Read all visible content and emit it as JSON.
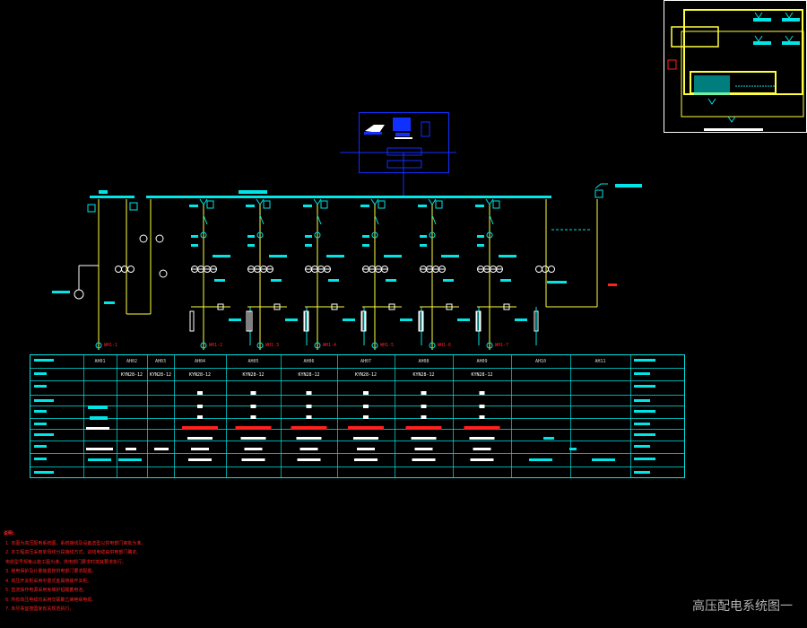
{
  "sheet_title": "高压配电系统图一",
  "cabinets": [
    {
      "id": "AH01",
      "type": ""
    },
    {
      "id": "AH02",
      "type": "KYN28-12"
    },
    {
      "id": "AH03",
      "type": "KYN28-12"
    },
    {
      "id": "AH04",
      "type": "KYN28-12"
    },
    {
      "id": "AH05",
      "type": "KYN28-12"
    },
    {
      "id": "AH06",
      "type": "KYN28-12"
    },
    {
      "id": "AH07",
      "type": "KYN28-12"
    },
    {
      "id": "AH08",
      "type": "KYN28-12"
    },
    {
      "id": "AH09",
      "type": "KYN28-12"
    },
    {
      "id": "AH10",
      "type": ""
    },
    {
      "id": "AH11",
      "type": ""
    }
  ],
  "feeder_tags": [
    "WH1-1",
    "WH1-2",
    "WH1-3",
    "WH1-4",
    "WH1-5",
    "WH1-6",
    "WH1-7"
  ],
  "notes_header": "说明:",
  "notes": [
    "1. 本图为高压配电系统图，系统接线及设备选型以供电部门审批为准。",
    "2. 本工程高压采用单母线分段接线方式，进线电缆由供电部门确定。",
    "   电缆型号规格以施工图为准，供电部门要求时按其要求执行。",
    "3. 继电保护及计量装置按供电部门要求配置。",
    "4. 高压开关柜采用中置式金属铠装开关柜。",
    "5. 直流操作电源采用免维护铅酸蓄电池。",
    "6. 所有高压电缆均采用交联聚乙烯绝缘电缆。",
    "7. 未尽事宜按国家有关规范执行。"
  ],
  "colors": {
    "cyan": "#00e5e5",
    "yellow": "#ffff40",
    "white": "#ffffff",
    "red": "#ff2020",
    "blue": "#1030ff",
    "grey": "#b0b0b0"
  }
}
